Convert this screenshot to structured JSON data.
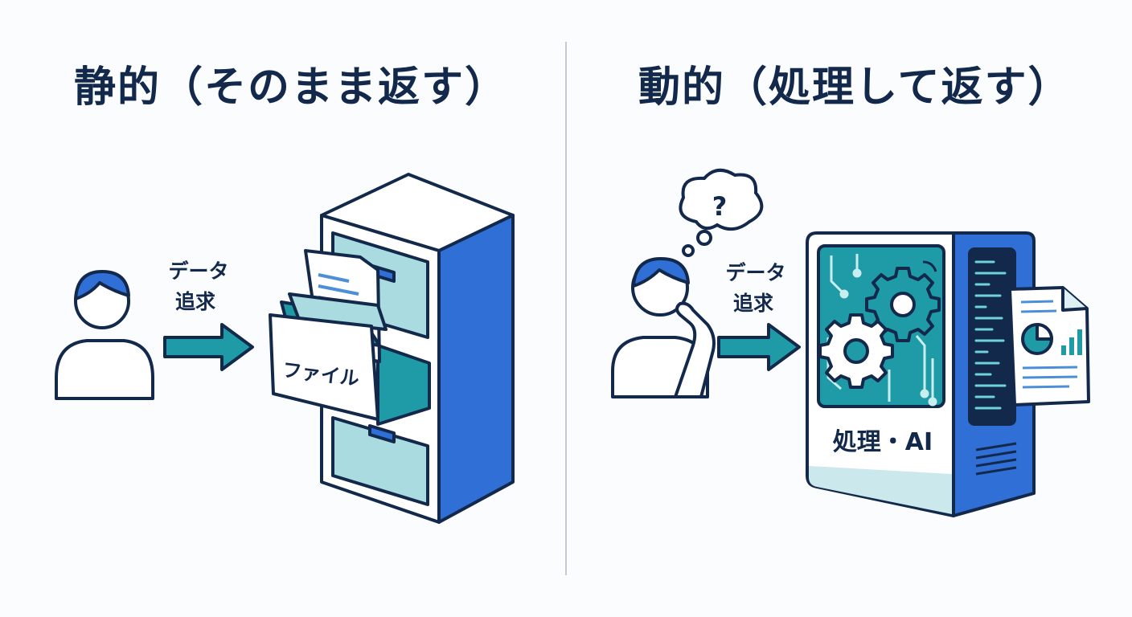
{
  "static_panel": {
    "title": "静的（そのまま返す）",
    "request_label_line1": "データ",
    "request_label_line2": "追求",
    "folder_label": "ファイル"
  },
  "dynamic_panel": {
    "title": "動的（処理して返す）",
    "request_label_line1": "データ",
    "request_label_line2": "追求",
    "thought_symbol": "?",
    "machine_label": "処理・AI"
  },
  "colors": {
    "navy": "#13294b",
    "blue": "#2f6fd6",
    "teal": "#1f9ba8",
    "light_teal": "#a9dbe0",
    "skin_white": "#ffffff"
  }
}
